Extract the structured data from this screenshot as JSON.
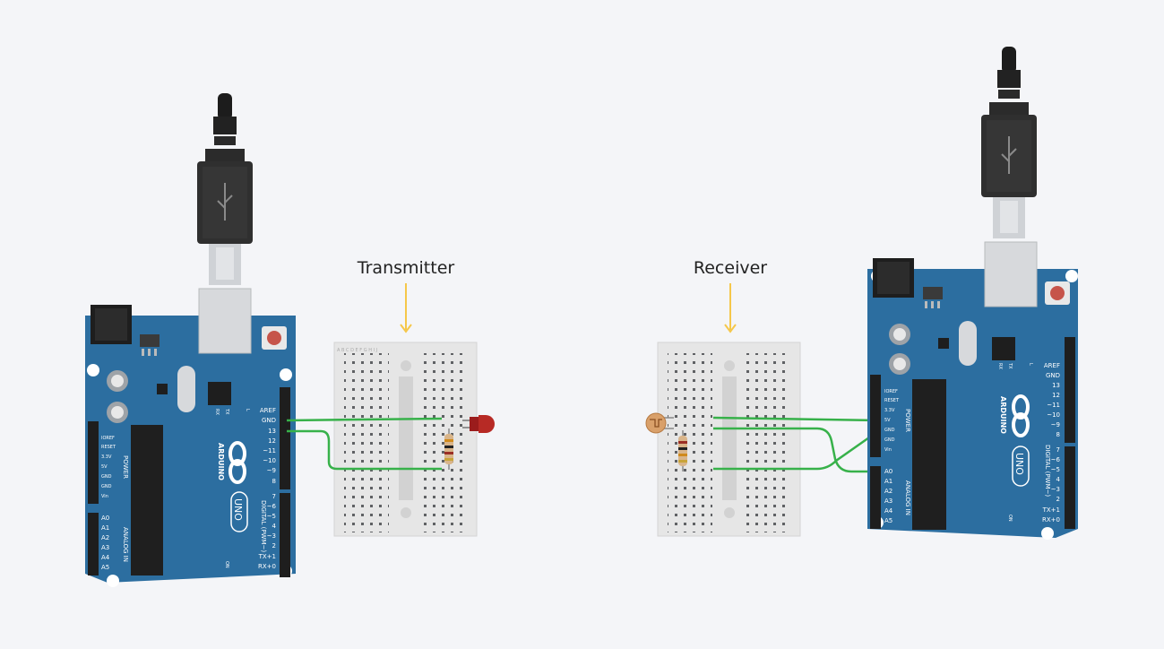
{
  "canvas": {
    "background": "#f4f5f8",
    "wire_color": "#37b14a",
    "board_color": "#2c6ea0",
    "callout_arrow_color": "#f5c74a"
  },
  "labels": {
    "transmitter": "Transmitter",
    "receiver": "Receiver"
  },
  "board": {
    "brand": "ARDUINO",
    "model": "UNO",
    "digital_header": "DIGITAL (PWM~)",
    "power_header": "POWER",
    "analog_header": "ANALOG IN",
    "on_label": "ON",
    "led_labels": [
      "RX",
      "TX",
      "L"
    ],
    "digital_pins_top": [
      "AREF",
      "GND",
      "13",
      "12",
      "~11",
      "~10",
      "~9",
      "8"
    ],
    "digital_pins_bottom": [
      "7",
      "~6",
      "~5",
      "4",
      "~3",
      "2",
      "TX+1",
      "RX+0"
    ],
    "power_pins": [
      "IOREF",
      "RESET",
      "3.3V",
      "5V",
      "GND",
      "GND",
      "Vin"
    ],
    "analog_pins": [
      "A0",
      "A1",
      "A2",
      "A3",
      "A4",
      "A5"
    ]
  },
  "breadboard": {
    "column_letters": "A B C D E    F G H I J"
  },
  "components": {
    "transmitter": [
      "red-led",
      "resistor"
    ],
    "receiver": [
      "photoresistor",
      "resistor"
    ]
  }
}
